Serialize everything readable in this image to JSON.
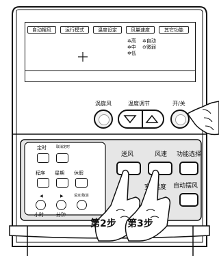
{
  "screen": {
    "tabs": [
      "自动摆风",
      "运行模式",
      "温度设定",
      "风量速度",
      "其它功能"
    ],
    "fan_legend": {
      "high": "高",
      "medium": "中",
      "low": "低",
      "auto": "自动",
      "breeze": "微弱"
    }
  },
  "top_buttons": {
    "swirl": "涡旋风",
    "temp": "温度调节",
    "power": "开/关"
  },
  "lower_panel": {
    "timer": "定时",
    "cancel_timer": "取消定时",
    "program": "程序",
    "week": "星期",
    "holiday": "休假",
    "hour": "小时",
    "minute": "分钟",
    "confirm_cancel": "设定/取消",
    "send_air": "送风",
    "fan_speed": "风速",
    "function_select": "功能选择",
    "auto_swing": "自动摆风",
    "partial_left": "室",
    "partial_right": "温度"
  },
  "steps": {
    "step2": "第2步",
    "step3": "第3步"
  }
}
